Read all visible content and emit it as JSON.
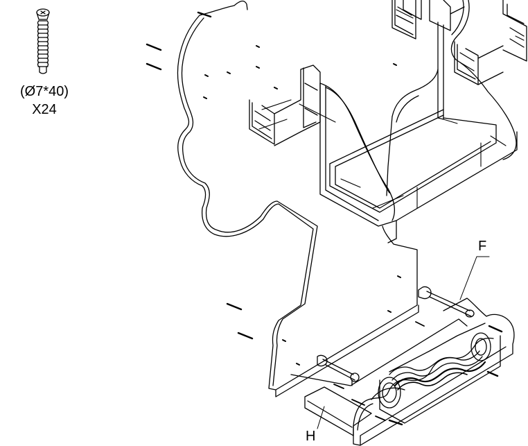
{
  "hardware": {
    "spec": "(Ø7*40)",
    "quantity": "X24",
    "icon": "screw-icon"
  },
  "parts": {
    "f_label": "F",
    "h_label": "H"
  },
  "colors": {
    "line": "#000000",
    "background": "#ffffff"
  }
}
